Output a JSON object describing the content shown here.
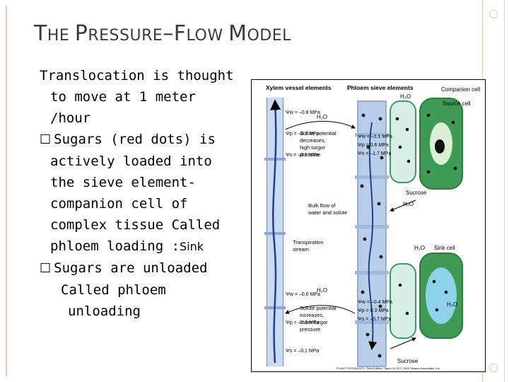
{
  "slide": {
    "title_first": "T",
    "title_rest1": "HE ",
    "title_p": "P",
    "title_rest2": "RESSURE",
    "title_dash": "–",
    "title_f": "F",
    "title_rest3": "LOW ",
    "title_m": "M",
    "title_rest4": "ODEL"
  },
  "body": {
    "line1": "Translocation is thought",
    "line2": "to move at 1 meter",
    "line3": "/hour",
    "bullet_symbol": "☐",
    "b1_line1": "Sugars (red dots) is",
    "b1_line2": "actively loaded into",
    "b1_line3": "the sieve element-",
    "b1_line4": "companion cell of",
    "b1_line5": "complex tissue Called",
    "b1_line6": "phloem loading :",
    "b1_sink": "Sink",
    "b2_line1": "Sugars are unloaded",
    "b2_line2": "Called phloem",
    "b2_line3": "unloading"
  },
  "figure": {
    "xylem_label": "Xylem vessel elements",
    "phloem_label": "Phloem sieve elements",
    "companion_label": "Companion cell",
    "source_label": "Source cell",
    "sink_label": "Sink cell",
    "h2o": "H₂O",
    "sucrose": "Sucrose",
    "top_psi_w": "Ψw = –0.8 MPa",
    "top_psi_p": "Ψp = –0.7 MPa",
    "top_psi_s": "Ψs = –0.1 MPa",
    "bottom_psi_w": "Ψw = –0.6 MPa",
    "bottom_psi_p": "Ψp = –0.5 MPa",
    "bottom_psi_s": "Ψs = –0.1 MPa",
    "source_psi_w": "Ψw = –1.1 MPa",
    "source_psi_p": "Ψp = 0.6 MPa",
    "source_psi_s": "Ψs = –1.7 MPa",
    "sink_psi_w": "Ψw = –0.4 MPa",
    "sink_psi_p": "Ψp = 0.3 MPa",
    "sink_psi_s": "Ψs = –0.7 MPa",
    "solute_top_1": "Solute potential",
    "solute_top_2": "decreases,",
    "solute_top_3": "high turgor",
    "solute_top_4": "pressure",
    "bulk_1": "Bulk flow of",
    "bulk_2": "water and solute",
    "transp_1": "Transpiration",
    "transp_2": "stream",
    "solute_bot_1": "Solute potential",
    "solute_bot_2": "increases,",
    "solute_bot_3": "lower turgor",
    "solute_bot_4": "pressure",
    "credit": "PLANT PHYSIOLOGY, Third Edition, Figure 10.10 © 2002 Sinauer Associates, Inc."
  }
}
